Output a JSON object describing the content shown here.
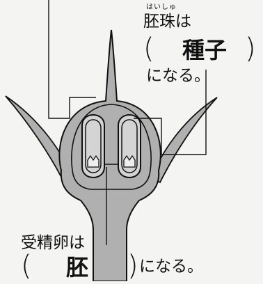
{
  "ovule_label": {
    "furigana": "はいしゅ",
    "term": "胚珠は",
    "paren_open": "(",
    "answer": "種子",
    "paren_close": ")",
    "suffix": "になる。"
  },
  "fertilized_egg_label": {
    "term": "受精卵は",
    "paren_open": "(",
    "answer": "胚",
    "paren_close": ")",
    "suffix": "になる。"
  },
  "colors": {
    "tissue": "#b0b0b0",
    "ovule_fill": "#d4d4d4",
    "outline": "#111111",
    "background": "#f4f4f2"
  }
}
